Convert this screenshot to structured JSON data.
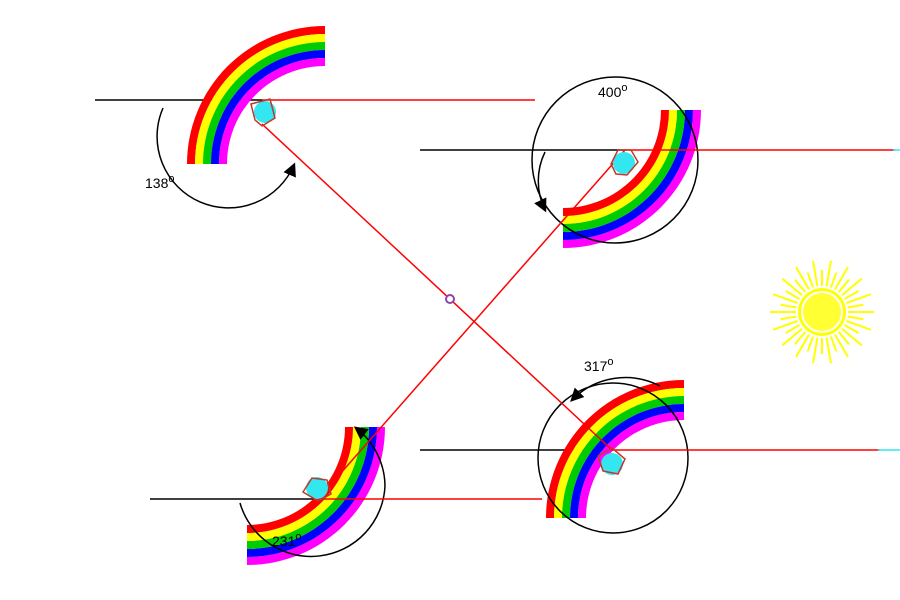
{
  "colors": {
    "ray": "#ff0000",
    "reference": "#000000",
    "drop": "#33e6f0",
    "drop_outline": "#c0392b",
    "sun": "#ffff00",
    "sun_core": "#ffff33",
    "center": "#8e44ad",
    "bands": [
      "#ff0000",
      "#ffff00",
      "#00cc00",
      "#0000ff",
      "#ff00ff"
    ]
  },
  "angles": {
    "a1": "138",
    "a2": "400",
    "a3": "317",
    "a4": "231"
  },
  "degree_symbol": "o",
  "icons": [
    "sun-icon",
    "raindrop-icon",
    "rotation-arrow-icon"
  ]
}
